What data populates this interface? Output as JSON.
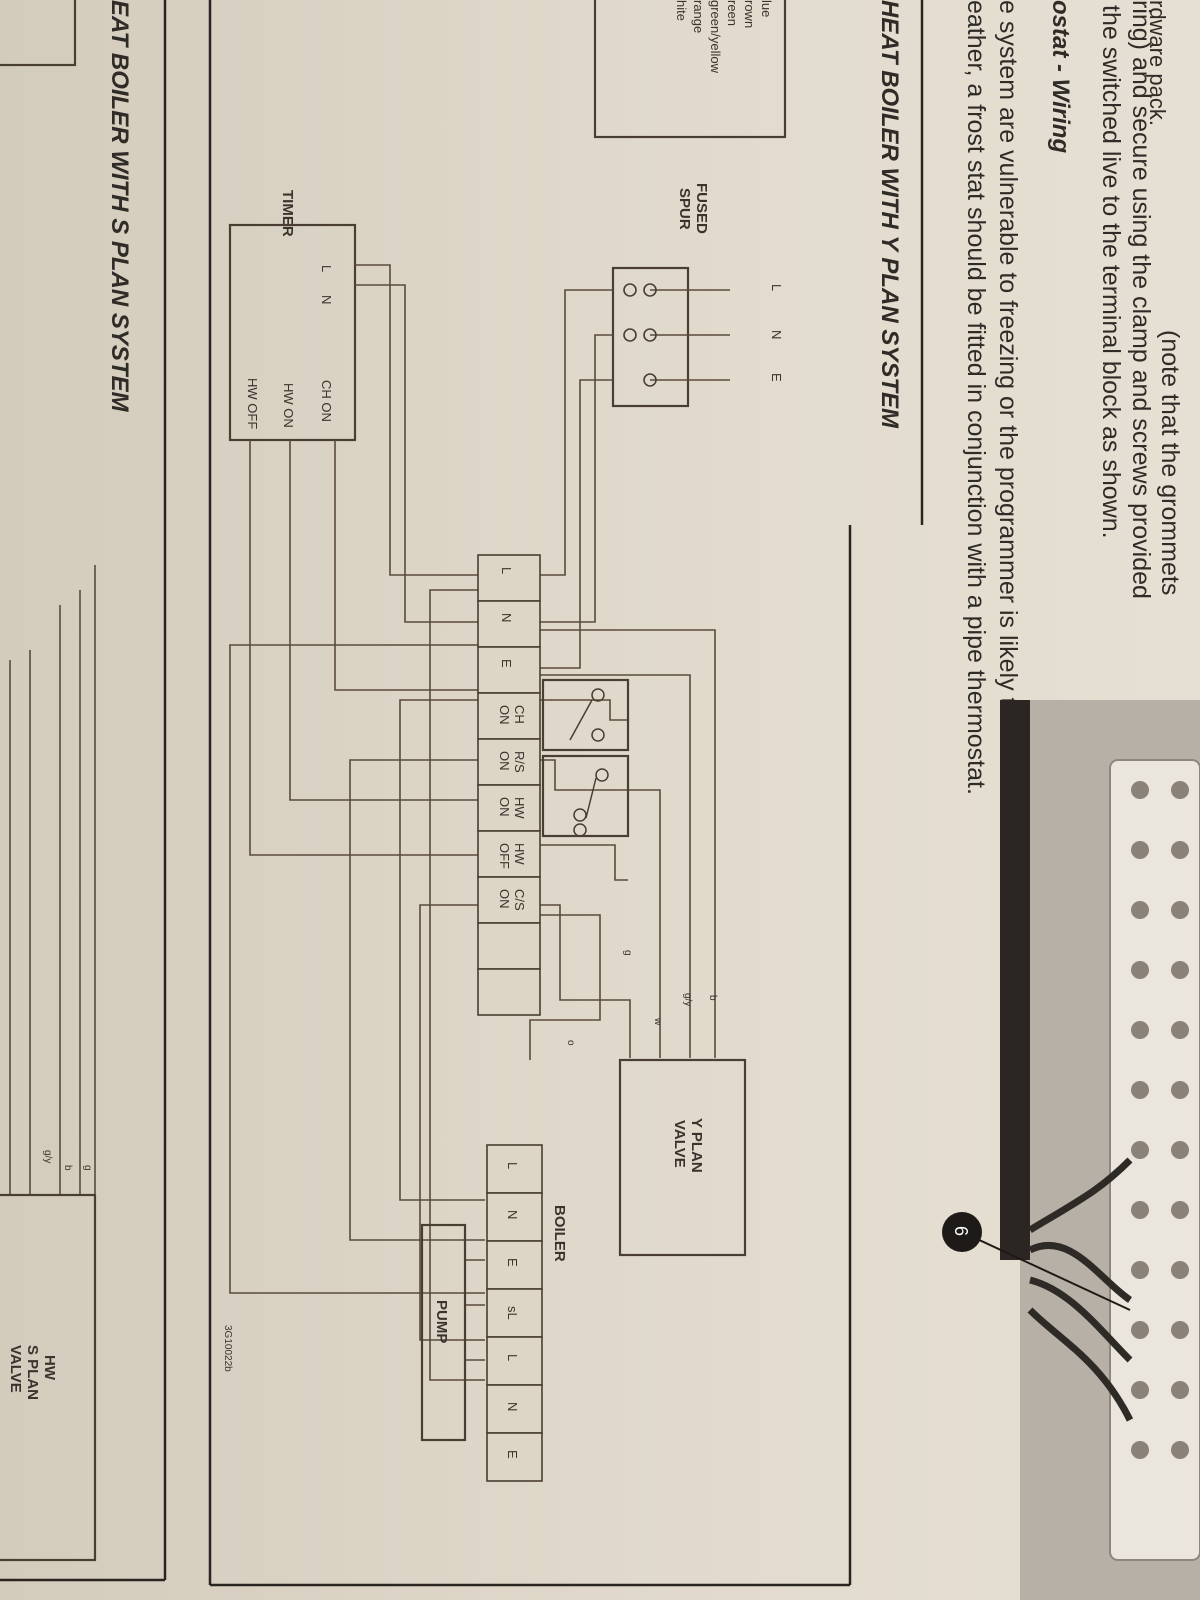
{
  "intro": {
    "line_grommets": "(note that the grommets",
    "line_clamp": "ring) and secure using the clamp and screws provided",
    "line_hardware": "rdware pack.",
    "line_switched": "the switched live to the terminal block as shown."
  },
  "section": {
    "heading": "ostat - Wiring",
    "para_line1": "e system are vulnerable to freezing or the programmer is likely to be left off",
    "para_line2": "eather, a frost stat should be fitted in conjunction with a pipe thermostat."
  },
  "diagram": {
    "title": "HEAT BOILER WITH Y PLAN SYSTEM",
    "legend": [
      "lue",
      "rown",
      "reen",
      "green/yellow",
      "range",
      "hite"
    ],
    "fused_spur": {
      "line1": "FUSED",
      "line2": "SPUR",
      "terminals": [
        "L",
        "N",
        "E"
      ]
    },
    "timer": {
      "label": "TIMER",
      "terminals_left": [
        "L",
        "N"
      ],
      "terminals_right": [
        "CH ON",
        "HW ON",
        "HW OFF"
      ]
    },
    "terminal_strip": [
      {
        "top": "L",
        "bottom": ""
      },
      {
        "top": "N",
        "bottom": ""
      },
      {
        "top": "E",
        "bottom": ""
      },
      {
        "top": "CH",
        "bottom": "ON"
      },
      {
        "top": "R/S",
        "bottom": "ON"
      },
      {
        "top": "HW",
        "bottom": "ON"
      },
      {
        "top": "HW",
        "bottom": "OFF"
      },
      {
        "top": "C/S",
        "bottom": "ON"
      },
      {
        "top": "",
        "bottom": ""
      },
      {
        "top": "",
        "bottom": ""
      }
    ],
    "wire_labels": {
      "b": "b",
      "gy": "g/y",
      "w": "w",
      "g": "g",
      "o": "o"
    },
    "y_plan_valve": {
      "line1": "Y PLAN",
      "line2": "VALVE"
    },
    "boiler": {
      "label": "BOILER",
      "terminals": [
        "L",
        "N",
        "E",
        "sL",
        "L",
        "N",
        "E"
      ]
    },
    "pump": "PUMP",
    "ref_code": "3G10022b"
  },
  "next_diagram": {
    "title": "EAT BOILER WITH S PLAN SYSTEM",
    "wire_labels": [
      "g",
      "b",
      "g/y"
    ],
    "hw_valve": {
      "line1": "HW",
      "line2": "S PLAN",
      "line3": "VALVE"
    }
  },
  "photo": {
    "callout": "6"
  }
}
